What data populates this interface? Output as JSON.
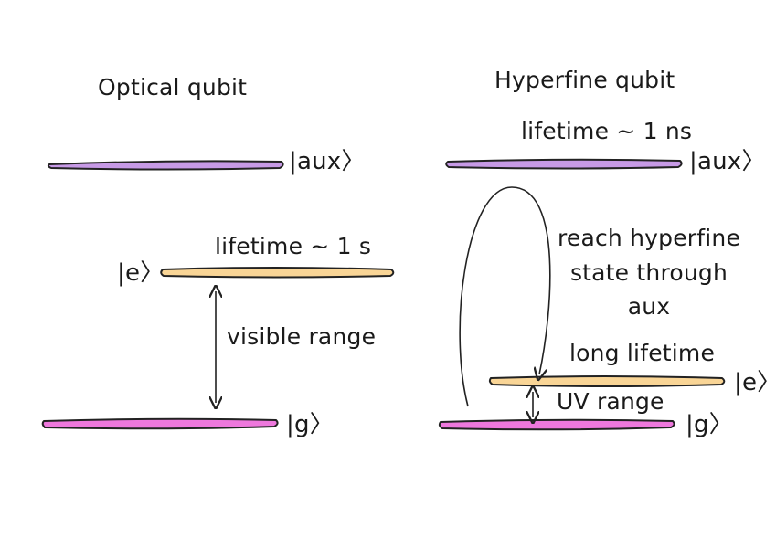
{
  "optical": {
    "title": "Optical qubit",
    "aux_label": "|aux〉",
    "e_label": "|e〉",
    "g_label": "|g〉",
    "lifetime": "lifetime ~ 1 s",
    "range": "visible range"
  },
  "hyperfine": {
    "title": "Hyperfine qubit",
    "lifetime_aux": "lifetime ~ 1 ns",
    "aux_label": "|aux〉",
    "e_label": "|e〉",
    "g_label": "|g〉",
    "reach_line1": "reach hyperfine",
    "reach_line2": "state through",
    "reach_line3": "aux",
    "long_lifetime": "long lifetime",
    "range": "UV range"
  },
  "colors": {
    "aux": "#c79ae6",
    "excited": "#f9d596",
    "ground": "#ee78dd",
    "outline": "#222222"
  }
}
